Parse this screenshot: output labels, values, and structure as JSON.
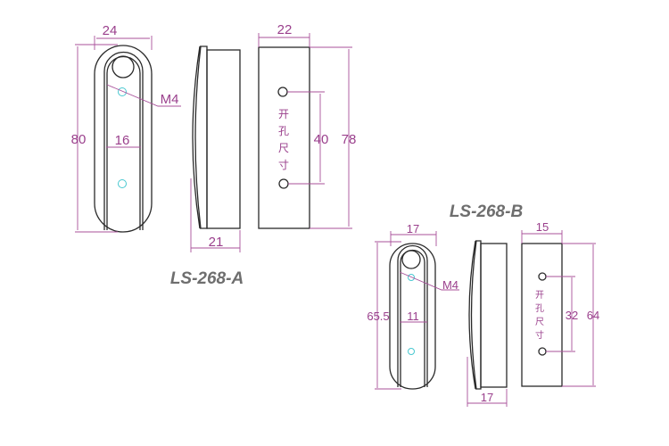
{
  "model_a": {
    "label": "LS-268-A",
    "front": {
      "width": "24",
      "height": "80",
      "inner_width": "16",
      "thread": "M4"
    },
    "side": {
      "depth": "21"
    },
    "back": {
      "width": "22",
      "hole_spacing": "40",
      "height": "78",
      "cutout_note": [
        "开",
        "孔",
        "尺",
        "寸"
      ]
    }
  },
  "model_b": {
    "label": "LS-268-B",
    "front": {
      "width": "17",
      "height": "65.5",
      "inner_width": "11",
      "thread": "M4"
    },
    "side": {
      "depth": "17"
    },
    "back": {
      "width": "15",
      "hole_spacing": "32",
      "height": "64",
      "cutout_note": [
        "开",
        "孔",
        "尺",
        "寸"
      ]
    }
  },
  "colors": {
    "dimension": "#a8509a",
    "outline": "#2a2a2a",
    "hole": "#48c8d0"
  }
}
